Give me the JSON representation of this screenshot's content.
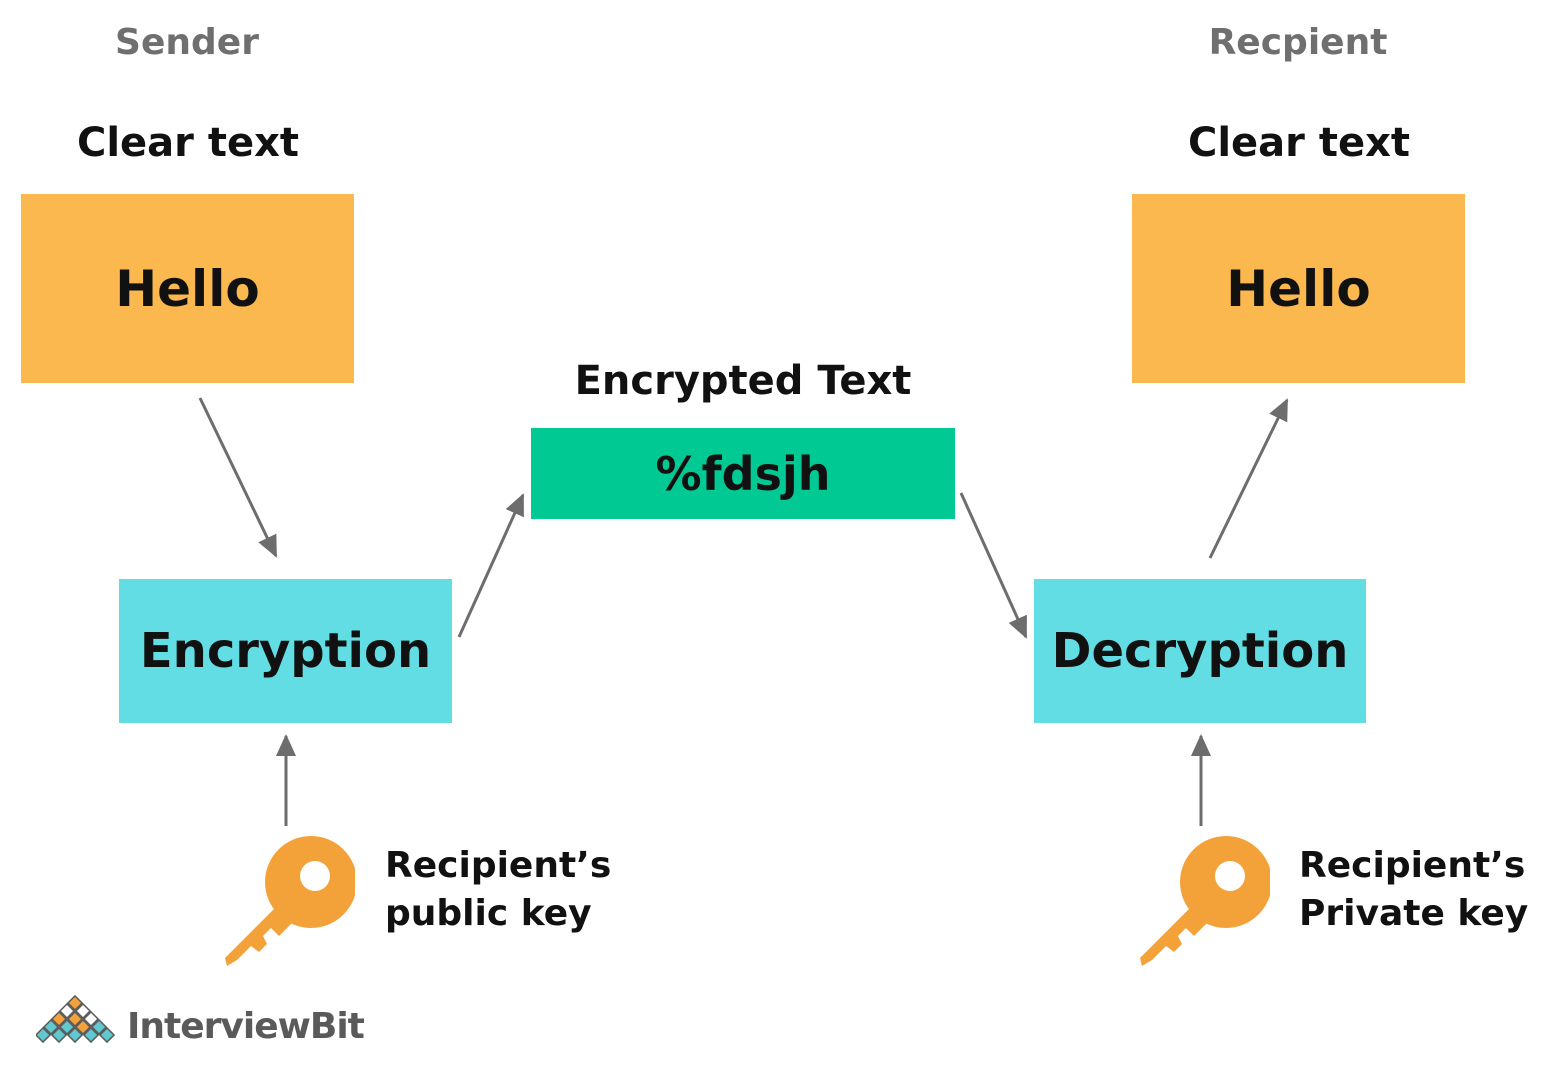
{
  "sender": {
    "role_label": "Sender",
    "clear_text_heading": "Clear text",
    "clear_text_value": "Hello",
    "process_label": "Encryption",
    "key_label_line1": "Recipient’s",
    "key_label_line2": "public key",
    "key_icon": "key-icon"
  },
  "middle": {
    "heading": "Encrypted Text",
    "cipher_value": "%fdsjh"
  },
  "recipient": {
    "role_label": "Recpient",
    "clear_text_heading": "Clear text",
    "clear_text_value": "Hello",
    "process_label": "Decryption",
    "key_label_line1": "Recipient’s",
    "key_label_line2": "Private key",
    "key_icon": "key-icon"
  },
  "logo": {
    "text": "InterviewBit"
  },
  "colors": {
    "clear_box": "#fbb84f",
    "process_box": "#61dde3",
    "cipher_box": "#00c993",
    "arrow": "#6d6d6d",
    "key": "#f3a23a"
  }
}
